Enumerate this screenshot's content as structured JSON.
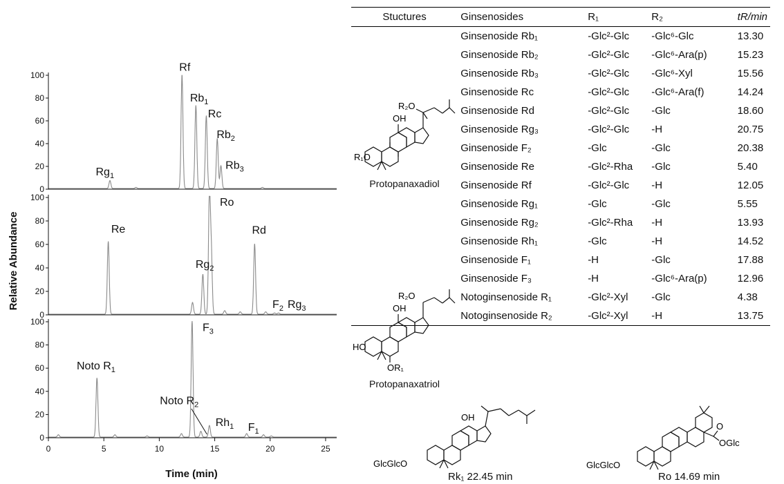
{
  "figure": {
    "ylabel": "Relative Abundance",
    "xlabel": "Time (min)",
    "xticks": [
      "0",
      "5",
      "10",
      "15",
      "20",
      "25"
    ],
    "yticks": [
      "0",
      "20",
      "40",
      "60",
      "80",
      "100"
    ]
  },
  "chart_data": {
    "type": "line",
    "xlim": [
      0,
      26
    ],
    "ylim": [
      0,
      100
    ],
    "xlabel": "Time (min)",
    "ylabel": "Relative Abundance",
    "panels": [
      {
        "peaks": [
          [
            5.55,
            7
          ],
          [
            7.9,
            1
          ],
          [
            12.05,
            100
          ],
          [
            13.3,
            73
          ],
          [
            14.24,
            64
          ],
          [
            15.23,
            44
          ],
          [
            15.56,
            20
          ],
          [
            19.3,
            1
          ]
        ],
        "labels": [
          {
            "base": "Rg",
            "sub": "1",
            "x": 5.1,
            "y": 12
          },
          {
            "base": "Rf",
            "sub": "",
            "x": 12.3,
            "y": 104
          },
          {
            "base": "Rb",
            "sub": "1",
            "x": 13.6,
            "y": 77
          },
          {
            "base": "Rc",
            "sub": "",
            "x": 15.0,
            "y": 63
          },
          {
            "base": "Rb",
            "sub": "2",
            "x": 16.0,
            "y": 45
          },
          {
            "base": "Rb",
            "sub": "3",
            "x": 16.8,
            "y": 18
          }
        ]
      },
      {
        "peaks": [
          [
            5.4,
            62
          ],
          [
            13.0,
            10
          ],
          [
            13.93,
            34
          ],
          [
            14.52,
            100
          ],
          [
            14.69,
            52
          ],
          [
            15.9,
            3
          ],
          [
            17.3,
            2
          ],
          [
            18.6,
            60
          ],
          [
            19.6,
            2
          ],
          [
            20.4,
            1
          ],
          [
            20.75,
            1
          ]
        ],
        "labels": [
          {
            "base": "Re",
            "sub": "",
            "x": 6.3,
            "y": 70
          },
          {
            "base": "Ro",
            "sub": "",
            "x": 16.1,
            "y": 93
          },
          {
            "base": "Rg",
            "sub": "2",
            "x": 14.1,
            "y": 40
          },
          {
            "base": "Rd",
            "sub": "",
            "x": 19.0,
            "y": 69
          },
          {
            "base": "F",
            "sub": "2",
            "x": 20.7,
            "y": 6
          },
          {
            "base": "Rg",
            "sub": "3",
            "x": 22.4,
            "y": 6
          }
        ]
      },
      {
        "peaks": [
          [
            0.9,
            2
          ],
          [
            4.38,
            51
          ],
          [
            6.0,
            2
          ],
          [
            8.9,
            1
          ],
          [
            12.0,
            3
          ],
          [
            12.96,
            100
          ],
          [
            13.75,
            5
          ],
          [
            14.52,
            10
          ],
          [
            17.88,
            3
          ],
          [
            19.4,
            2
          ],
          [
            20.1,
            1
          ]
        ],
        "labels": [
          {
            "base": "Noto R",
            "sub": "1",
            "x": 4.3,
            "y": 59
          },
          {
            "base": "F",
            "sub": "3",
            "x": 14.4,
            "y": 92
          },
          {
            "base": "Noto R",
            "sub": "2",
            "x": 11.8,
            "y": 29
          },
          {
            "base": "Rh",
            "sub": "1",
            "x": 15.9,
            "y": 10
          },
          {
            "base": "F",
            "sub": "1",
            "x": 18.5,
            "y": 6
          }
        ],
        "lines": [
          [
            12.9,
            25,
            14.3,
            3
          ]
        ]
      }
    ]
  },
  "table": {
    "headers": [
      "Stuctures",
      "Ginsenosides",
      "R₁",
      "R₂",
      "tR/min"
    ],
    "groups": [
      "Protopanaxadiol",
      "Protopanaxatriol"
    ],
    "rows": [
      [
        "Ginsenoside Rb₁",
        "-Glc²-Glc",
        "-Glc⁶-Glc",
        "13.30"
      ],
      [
        "Ginsenoside Rb₂",
        "-Glc²-Glc",
        "-Glc⁶-Ara(p)",
        "15.23"
      ],
      [
        "Ginsenoside Rb₃",
        "-Glc²-Glc",
        "-Glc⁶-Xyl",
        "15.56"
      ],
      [
        "Ginsenoside Rc",
        "-Glc²-Glc",
        "-Glc⁶-Ara(f)",
        "14.24"
      ],
      [
        "Ginsenoside Rd",
        "-Glc²-Glc",
        "-Glc",
        "18.60"
      ],
      [
        "Ginsenoside Rg₃",
        "-Glc²-Glc",
        "-H",
        "20.75"
      ],
      [
        "Ginsenoside F₂",
        "-Glc",
        "-Glc",
        "20.38"
      ],
      [
        "Ginsenoside Re",
        "-Glc²-Rha",
        "-Glc",
        "5.40"
      ],
      [
        "Ginsenoside Rf",
        "-Glc²-Glc",
        "-H",
        "12.05"
      ],
      [
        "Ginsenoside Rg₁",
        "-Glc",
        "-Glc",
        "5.55"
      ],
      [
        "Ginsenoside Rg₂",
        "-Glc²-Rha",
        "-H",
        "13.93"
      ],
      [
        "Ginsenoside Rh₁",
        "-Glc",
        "-H",
        "14.52"
      ],
      [
        "Ginsenoside F₁",
        "-H",
        "-Glc",
        "17.88"
      ],
      [
        "Ginsenoside F₃",
        "-H",
        "-Glc⁶-Ara(p)",
        "12.96"
      ],
      [
        "Notoginsenoside R₁",
        "-Glc²-Xyl",
        "-Glc",
        "4.38"
      ],
      [
        "Notoginsenoside R₂",
        "-Glc²-Xyl",
        "-H",
        "13.75"
      ]
    ]
  },
  "structures": {
    "oh": "OH",
    "r2o": "R₂O",
    "r1o": "R₁O",
    "ho": "HO",
    "or1": "OR₁",
    "glcglco": "GlcGlcO",
    "o": "O",
    "oglc": "OGlc",
    "rk1_caption": "Rk₁ 22.45 min",
    "ro_caption": "Ro 14.69 min"
  }
}
